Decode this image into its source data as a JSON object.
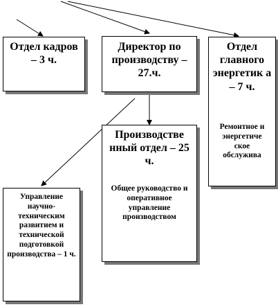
{
  "nodes": {
    "hr": "Отдел кадров – 3 ч.",
    "director": "Директор по производству – 27.ч.",
    "energy": "Отдел главного энергетик а – 7 ч.",
    "energy_sub": "Ремонтное и энергетиче ское обслужива",
    "production": "Производстве нный отдел – 25 ч.",
    "production_sub": "Общее руководство и оперативное управление производством",
    "rnd": "Управление научно-техническим развитием и технической подготовкой производства – 1 ч."
  }
}
